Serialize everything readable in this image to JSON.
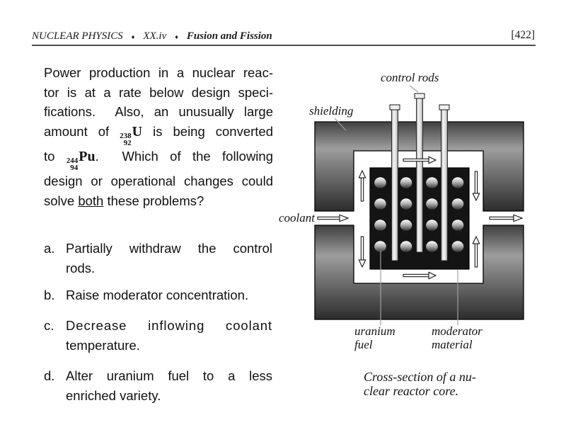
{
  "header": {
    "course": "NUCLEAR PHYSICS",
    "separator": "♦",
    "section": "XX.iv",
    "topic": "Fusion and Fission",
    "page_number": "[422]"
  },
  "question": {
    "line1": "Power production in a nuclear reac-",
    "line2": "tor is at a rate below design speci-",
    "line3": "fications.  Also, an unusually large",
    "line4_pre": "amount of",
    "line4_post": "is being converted",
    "line5_pre": "to",
    "line5_post": ".  Which of the following",
    "line6": "design or operational changes could",
    "line7_pre": "solve",
    "line7_underlined": "both",
    "line7_post": "these problems?",
    "isotopes": {
      "uranium": {
        "mass": "238",
        "atomic": "92",
        "symbol": "U"
      },
      "plutonium": {
        "mass": "244",
        "atomic": "94",
        "symbol": "Pu"
      }
    }
  },
  "options": [
    {
      "letter": "a.",
      "lines": [
        "Partially withdraw the control",
        "rods."
      ]
    },
    {
      "letter": "b.",
      "lines": [
        "Raise moderator concentration."
      ]
    },
    {
      "letter": "c.",
      "lines": [
        "Decrease inflowing coolant",
        "temperature."
      ]
    },
    {
      "letter": "d.",
      "lines": [
        "Alter uranium fuel to a less",
        "enriched variety."
      ]
    }
  ],
  "diagram": {
    "labels": {
      "control_rods": "control rods",
      "shielding": "shielding",
      "coolant": "coolant",
      "uranium_fuel": [
        "uranium",
        "fuel"
      ],
      "moderator_material": [
        "moderator",
        "material"
      ]
    },
    "caption": [
      "Cross-section of a nu-",
      "clear reactor core."
    ],
    "colors": {
      "shield_dark": "#2e2e2e",
      "shield_light": "#9d9d9d",
      "core": "#141414",
      "control_rod": "#efefef",
      "pellet_light": "#f2f2f2",
      "pellet_dark": "#3a3a3a",
      "arrow_fill": "#ffffff",
      "leader_line": "#9e9e9e"
    }
  }
}
